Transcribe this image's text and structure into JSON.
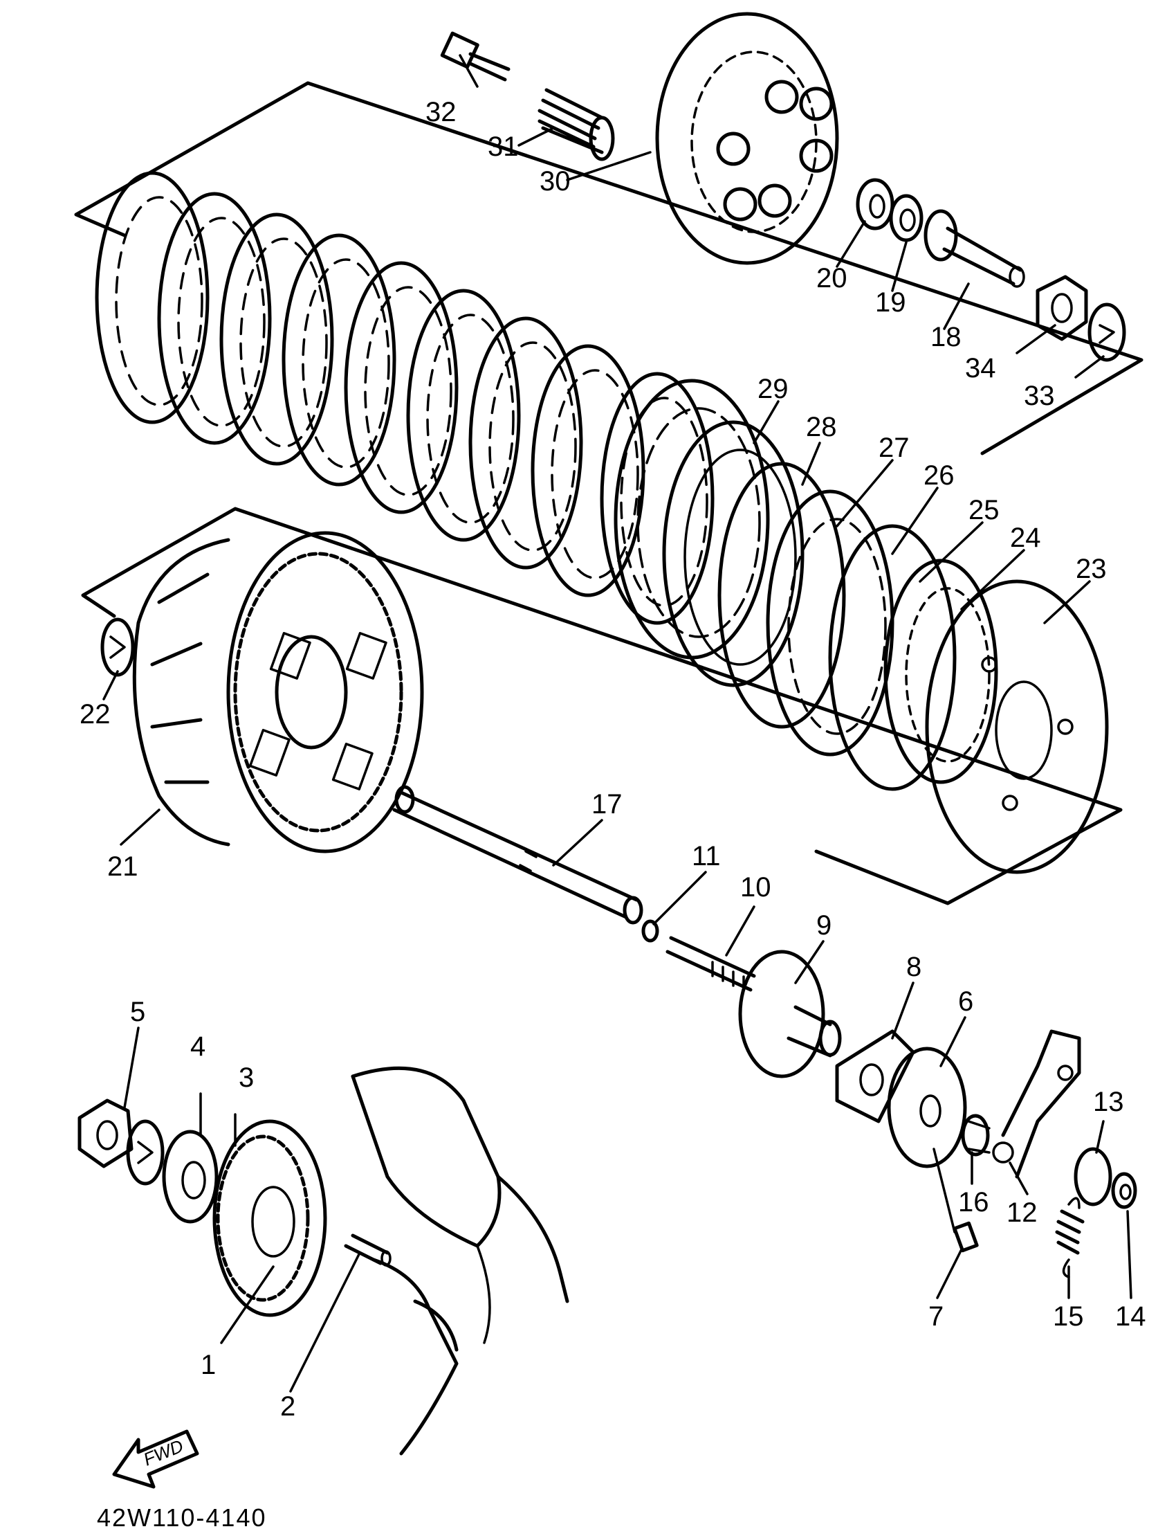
{
  "diagram": {
    "callouts": [
      "1",
      "2",
      "3",
      "4",
      "5",
      "6",
      "7",
      "8",
      "9",
      "10",
      "11",
      "12",
      "13",
      "14",
      "15",
      "16",
      "17",
      "18",
      "19",
      "20",
      "21",
      "22",
      "23",
      "24",
      "25",
      "26",
      "27",
      "28",
      "29",
      "30",
      "31",
      "32",
      "33",
      "34"
    ],
    "fwd_label": "FWD",
    "figure_code": "42W110-4140"
  }
}
